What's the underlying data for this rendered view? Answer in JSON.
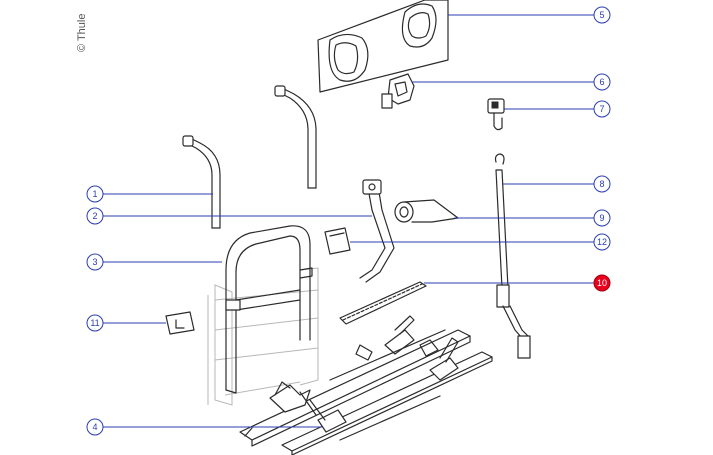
{
  "copyright": "© Thule",
  "colors": {
    "callout_blue": "#2a3db0",
    "highlight_red": "#e8001c",
    "line_dark": "#2b2b2b"
  },
  "callouts": [
    {
      "id": "1",
      "label": "1"
    },
    {
      "id": "2",
      "label": "2"
    },
    {
      "id": "3",
      "label": "3"
    },
    {
      "id": "4",
      "label": "4"
    },
    {
      "id": "5",
      "label": "5"
    },
    {
      "id": "6",
      "label": "6"
    },
    {
      "id": "7",
      "label": "7"
    },
    {
      "id": "8",
      "label": "8"
    },
    {
      "id": "9",
      "label": "9"
    },
    {
      "id": "10",
      "label": "10",
      "highlighted": true
    },
    {
      "id": "11",
      "label": "11"
    },
    {
      "id": "12",
      "label": "12"
    }
  ]
}
